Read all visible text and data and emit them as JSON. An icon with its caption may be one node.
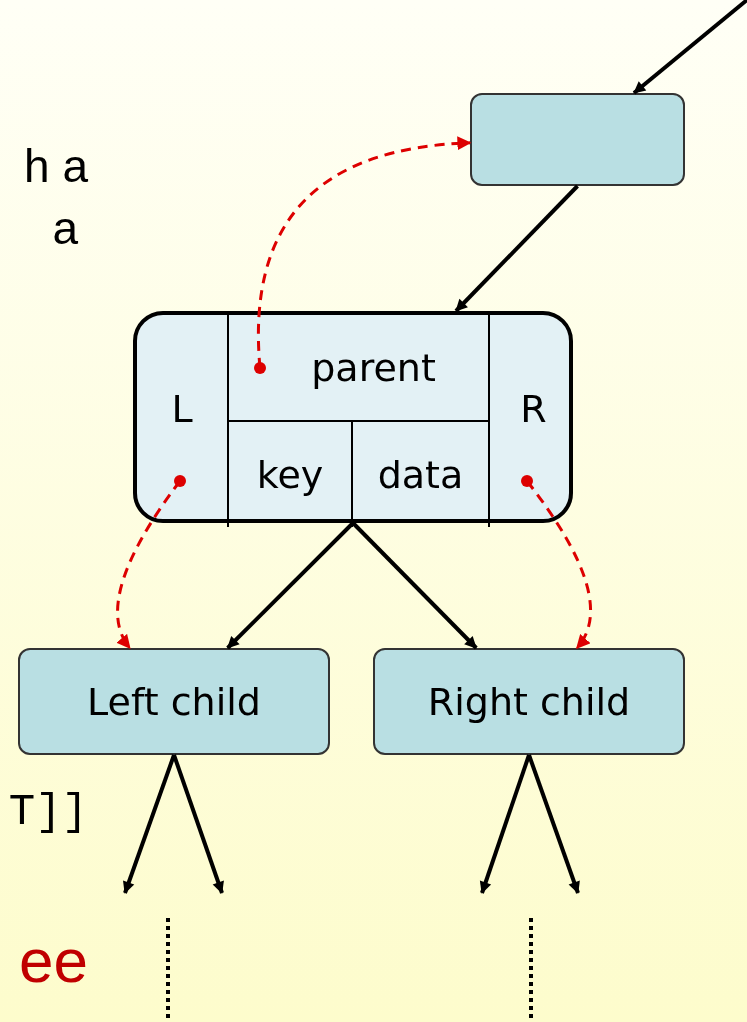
{
  "diagram": {
    "nodes": [
      {
        "text": [],
        "shape": "box"
      },
      {
        "text": [],
        "shape": "box"
      },
      {
        "text": [
          "L"
        ],
        "in": 1
      },
      {
        "text": [
          "parent"
        ],
        "in": 1
      },
      {
        "text": [
          "key"
        ],
        "in": 1
      },
      {
        "text": [
          "data"
        ],
        "in": 1
      },
      {
        "text": [
          "R"
        ],
        "in": 1
      },
      {
        "text": [
          "Left child"
        ]
      },
      {
        "text": [
          "Right child"
        ]
      }
    ],
    "edges": [
      {
        "from": null,
        "to": 0,
        "arrow": "to"
      },
      {
        "from": 0,
        "to": 1,
        "arrow": "to"
      },
      {
        "from": 3,
        "to": 0,
        "arrow": "to",
        "style": "dashed",
        "color": "#dd0000"
      },
      {
        "from": 1,
        "to": 7,
        "arrow": "to"
      },
      {
        "from": 1,
        "to": 8,
        "arrow": "to"
      },
      {
        "from": 2,
        "to": 7,
        "arrow": "to",
        "style": "dashed",
        "color": "#dd0000"
      },
      {
        "from": 6,
        "to": 8,
        "arrow": "to",
        "style": "dashed",
        "color": "#dd0000"
      },
      {
        "from": 7,
        "to": null,
        "arrow": "to"
      },
      {
        "from": 7,
        "to": null,
        "arrow": "to"
      },
      {
        "from": 8,
        "to": null,
        "arrow": "to"
      },
      {
        "from": 8,
        "to": null,
        "arrow": "to"
      }
    ],
    "labels": [
      "h a",
      "a",
      "T]]",
      "ee"
    ]
  }
}
